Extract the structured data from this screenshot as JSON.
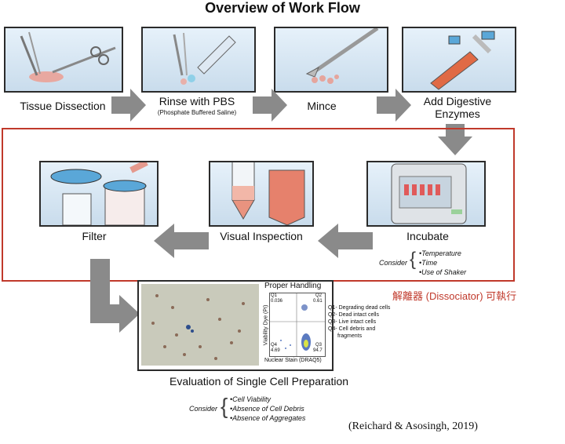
{
  "title": "Overview of Work Flow",
  "steps": {
    "tissue_dissection": "Tissue Dissection",
    "rinse": "Rinse with PBS",
    "rinse_sub": "(Phosphate Buffered Saline)",
    "mince": "Mince",
    "digestive": "Add Digestive",
    "digestive2": "Enzymes",
    "filter": "Filter",
    "visual": "Visual Inspection",
    "incubate": "Incubate"
  },
  "incubate_consider": {
    "label": "Consider",
    "items": [
      "•Temperature",
      "•Time",
      "•Use of Shaker"
    ]
  },
  "chinese_note": "解離器 (Dissociator) 可執行",
  "flow": {
    "title": "Proper Handling",
    "ylabel": "Viability Dye (PI)",
    "xlabel": "Nuclear Stain (DRAQ5)",
    "q1": "Q1",
    "q1_val": "0.036",
    "q2": "Q2",
    "q2_val": "0.61",
    "q3": "Q3",
    "q3_val": "94.7",
    "q4": "Q4",
    "q4_val": "4.69",
    "legend": [
      "Q1- Degrading dead cells",
      "Q2- Dead intact cells",
      "Q3- Live intact cells",
      "Q4- Cell debris and",
      "fragments"
    ]
  },
  "evaluation": "Evaluation of Single Cell Preparation",
  "eval_consider": {
    "label": "Consider",
    "items": [
      "•Cell Viability",
      "•Absence of Cell Debris",
      "•Absence of Aggregates"
    ]
  },
  "citation": "(Reichard & Asosingh, 2019)"
}
